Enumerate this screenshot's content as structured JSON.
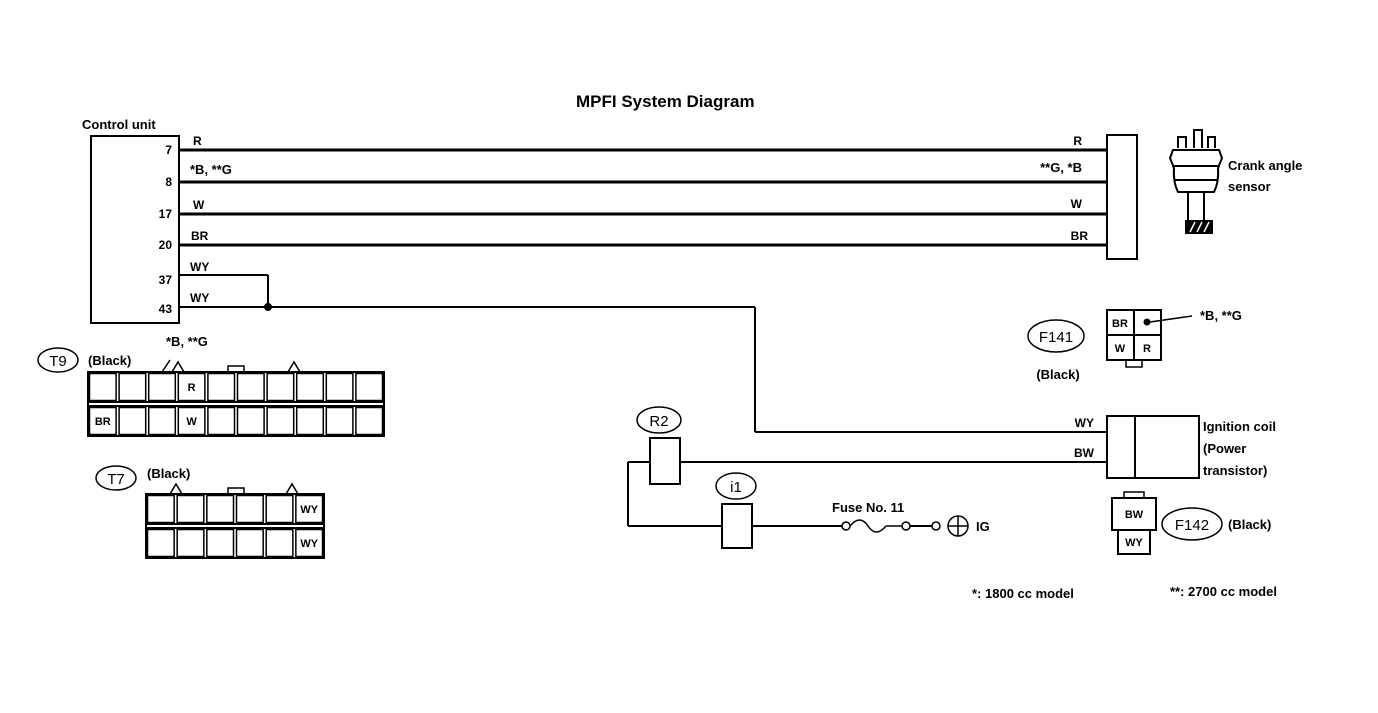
{
  "title": "MPFI System Diagram",
  "control_unit": {
    "label": "Control unit",
    "pins": [
      "7",
      "8",
      "17",
      "20",
      "37",
      "43"
    ],
    "wires_left": [
      "R",
      "*B, **G",
      "W",
      "BR",
      "WY",
      "WY"
    ]
  },
  "crank_sensor": {
    "wires_right": [
      "R",
      "**G, *B",
      "W",
      "BR"
    ],
    "label_line1": "Crank angle",
    "label_line2": "sensor"
  },
  "connector_t9": {
    "tag": "T9",
    "color": "(Black)",
    "note": "*B, **G",
    "top_cells": [
      "",
      "",
      "",
      "R",
      "",
      "",
      "",
      "",
      "",
      ""
    ],
    "bottom_cells": [
      "BR",
      "",
      "",
      "W",
      "",
      "",
      "",
      "",
      "",
      ""
    ]
  },
  "connector_t7": {
    "tag": "T7",
    "color": "(Black)",
    "top_cells": [
      "",
      "",
      "",
      "",
      "",
      "WY"
    ],
    "bottom_cells": [
      "",
      "",
      "",
      "",
      "",
      "WY"
    ]
  },
  "connector_f141": {
    "tag": "F141",
    "color": "(Black)",
    "note": "*B, **G",
    "cells": [
      "BR",
      "",
      "W",
      "R"
    ]
  },
  "ignition_coil": {
    "wires": [
      "WY",
      "BW"
    ],
    "label_line1": "Ignition coil",
    "label_line2": "(Power",
    "label_line3": "transistor)"
  },
  "connector_f142": {
    "tag": "F142",
    "color": "(Black)",
    "cells": [
      "BW",
      "WY"
    ]
  },
  "relay_r2": {
    "tag": "R2"
  },
  "relay_i1": {
    "tag": "i1"
  },
  "fuse": {
    "label": "Fuse No. 11",
    "supply": "IG"
  },
  "legend": {
    "note1": "*:  1800 cc model",
    "note2": "**:  2700 cc model"
  }
}
